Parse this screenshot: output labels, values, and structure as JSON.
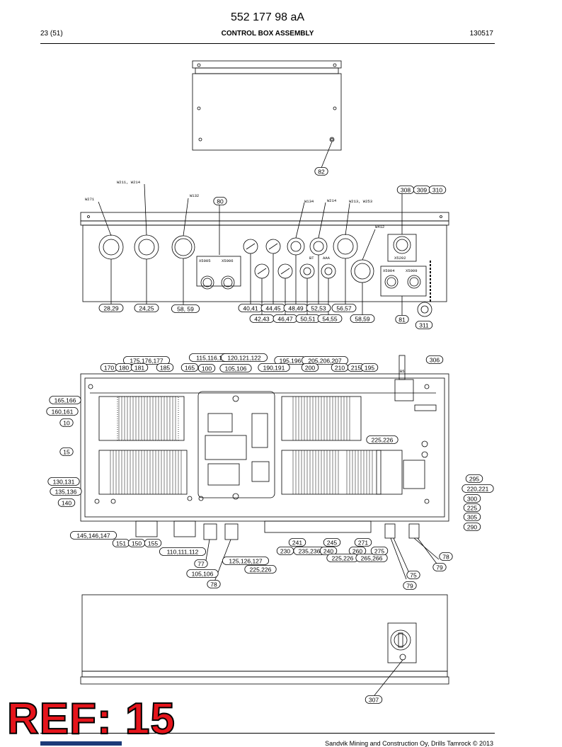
{
  "header": {
    "doc_number": "552 177 98 aA",
    "page": "23 (51)",
    "section": "CONTROL BOX ASSEMBLY",
    "date": "130517"
  },
  "footer": {
    "copyright": "Sandvik Mining and Construction Oy, Drills Tamrock © 2013",
    "ref_stamp": "REF: 15"
  },
  "small_labels": {
    "w271": "W271",
    "w211_w214": "W211, W214",
    "w132": "W132",
    "w134": "W134",
    "w214": "W214",
    "w213_w253": "W213, W253",
    "w412": "W412",
    "x5005": "X5005",
    "x5006": "X5006",
    "x5004": "X5004",
    "x5009": "X5009",
    "x5202": "X5202",
    "b5": "B5",
    "bt": "BT",
    "aa": "AAA"
  },
  "callouts": [
    "82",
    "80",
    "308",
    "309",
    "310",
    "28,29",
    "24,25",
    "58, 59",
    "40,41",
    "44,45",
    "48,49",
    "52,53",
    "56,57",
    "42,43",
    "46,47",
    "50,51",
    "54,55",
    "58,59",
    "81",
    "311",
    "306",
    "175,176,177",
    "115,116,117",
    "120,121,122",
    "195,196",
    "205,206,207",
    "170",
    "180",
    "181",
    "185",
    "165",
    "100",
    "105,106",
    "190,191",
    "200",
    "210",
    "215",
    "195",
    "165,166",
    "160,161",
    "10",
    "15",
    "225,226",
    "130,131",
    "135,136",
    "140",
    "295",
    "220,221",
    "300",
    "225",
    "305",
    "290",
    "145,146,147",
    "151",
    "150",
    "155",
    "110,111,112",
    "77",
    "105,106",
    "78",
    "125,126,127",
    "225,226",
    "241",
    "230",
    "235,236",
    "240",
    "245",
    "260",
    "271",
    "225,226",
    "265,266",
    "275",
    "78",
    "79",
    "75",
    "79",
    "307"
  ]
}
